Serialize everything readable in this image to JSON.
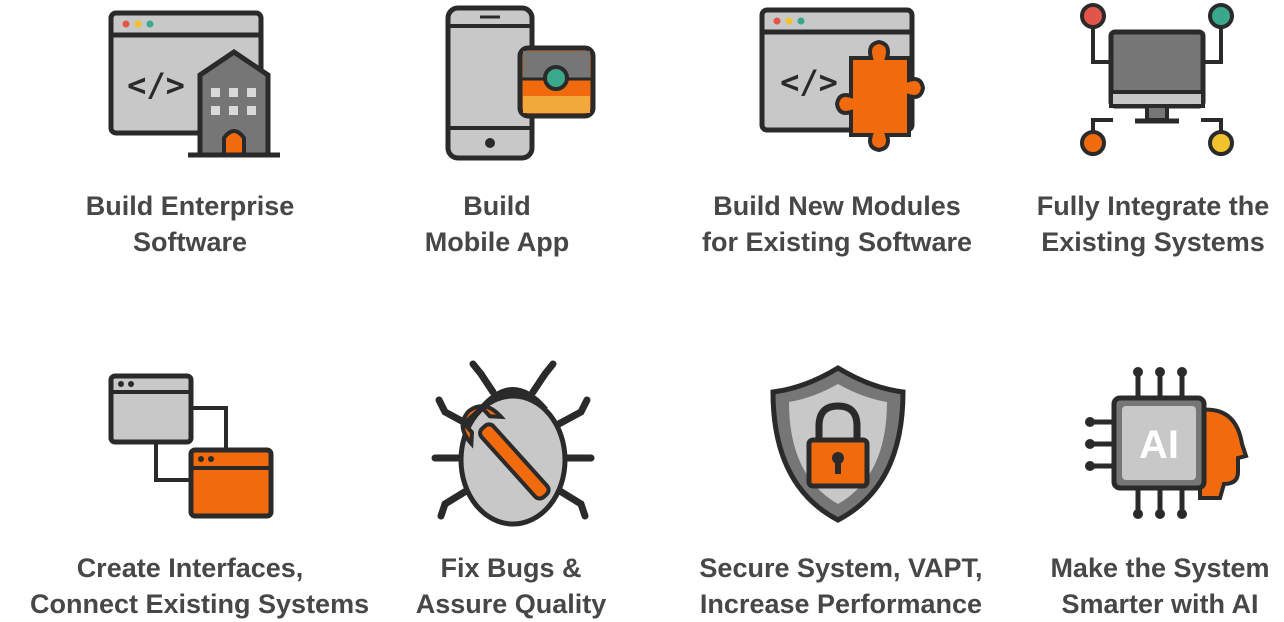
{
  "services": [
    {
      "id": "enterprise",
      "icon": "enterprise-software-icon",
      "line1": "Build Enterprise",
      "line2": "Software"
    },
    {
      "id": "mobile",
      "icon": "mobile-app-icon",
      "line1": "Build",
      "line2": "Mobile App"
    },
    {
      "id": "modules",
      "icon": "puzzle-module-icon",
      "line1": "Build New Modules",
      "line2": "for Existing Software"
    },
    {
      "id": "integrate",
      "icon": "network-monitor-icon",
      "line1": "Fully Integrate the",
      "line2": "Existing Systems"
    },
    {
      "id": "interfaces",
      "icon": "connected-windows-icon",
      "line1": "Create Interfaces,",
      "line2": "Connect Existing Systems"
    },
    {
      "id": "bugs",
      "icon": "bug-wrench-icon",
      "line1": "Fix Bugs &",
      "line2": "Assure Quality"
    },
    {
      "id": "secure",
      "icon": "shield-lock-icon",
      "line1": "Secure System, VAPT,",
      "line2": "Increase Performance"
    },
    {
      "id": "ai",
      "icon": "ai-chip-icon",
      "line1": "Make the System",
      "line2": "Smarter with AI",
      "chip_text": "AI"
    }
  ],
  "colors": {
    "orange": "#f26a0e",
    "gray": "#c4c4c4",
    "dark": "#2a2a2a",
    "text": "#474747",
    "red": "#e2564a",
    "yellow": "#f2c12e",
    "teal": "#3aa88a"
  }
}
